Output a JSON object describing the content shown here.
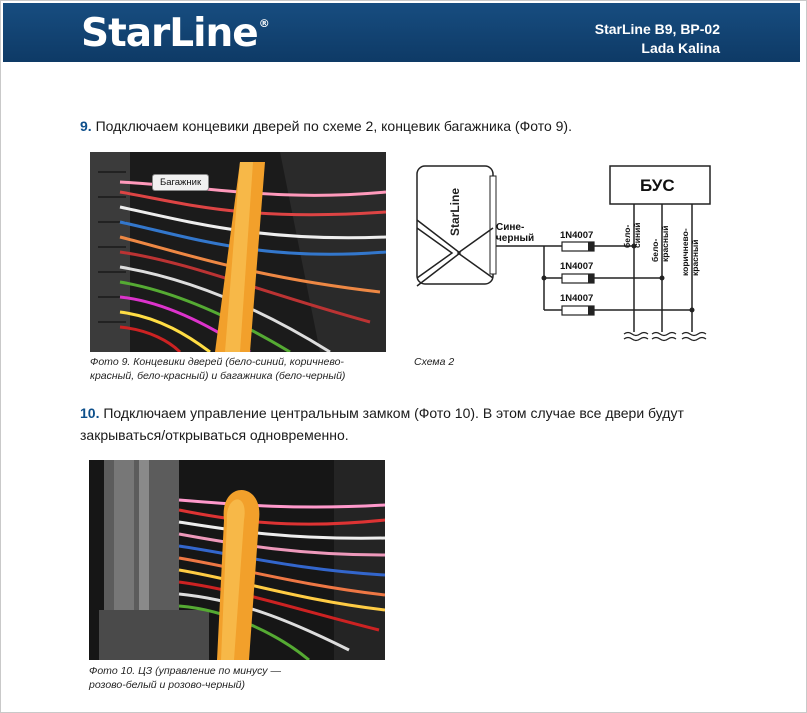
{
  "header": {
    "logo": "StarLine",
    "trademark": "®",
    "model": "StarLine B9, BP-02",
    "car": "Lada Kalina"
  },
  "step9": {
    "number": "9.",
    "text": " Подключаем концевики дверей по схеме 2, концевик багажника (Фото 9).",
    "photo_label": "Багажник",
    "caption_line1": "Фото 9. Концевики дверей (бело-синий, коричнево-",
    "caption_line2": "красный, бело-красный) и багажника (бело-черный)"
  },
  "scheme": {
    "caption": "Схема 2",
    "unit_label": "StarLine",
    "bus_label": "БУС",
    "wire_label_1": "Сине-",
    "wire_label_2": "черный",
    "diodes": [
      "1N4007",
      "1N4007",
      "1N4007"
    ],
    "outputs": [
      {
        "line1": "бело-",
        "line2": "синий"
      },
      {
        "line1": "бело-",
        "line2": "красный"
      },
      {
        "line1": "коричнево-",
        "line2": "красный"
      }
    ]
  },
  "step10": {
    "number": "10.",
    "line1": " Подключаем управление центральным замком (Фото 10). В этом случае все двери будут",
    "line2": "закрываться/открываться одновременно.",
    "caption_line1": "Фото 10. ЦЗ (управление по минусу —",
    "caption_line2": "розово-белый и розово-черный)"
  }
}
